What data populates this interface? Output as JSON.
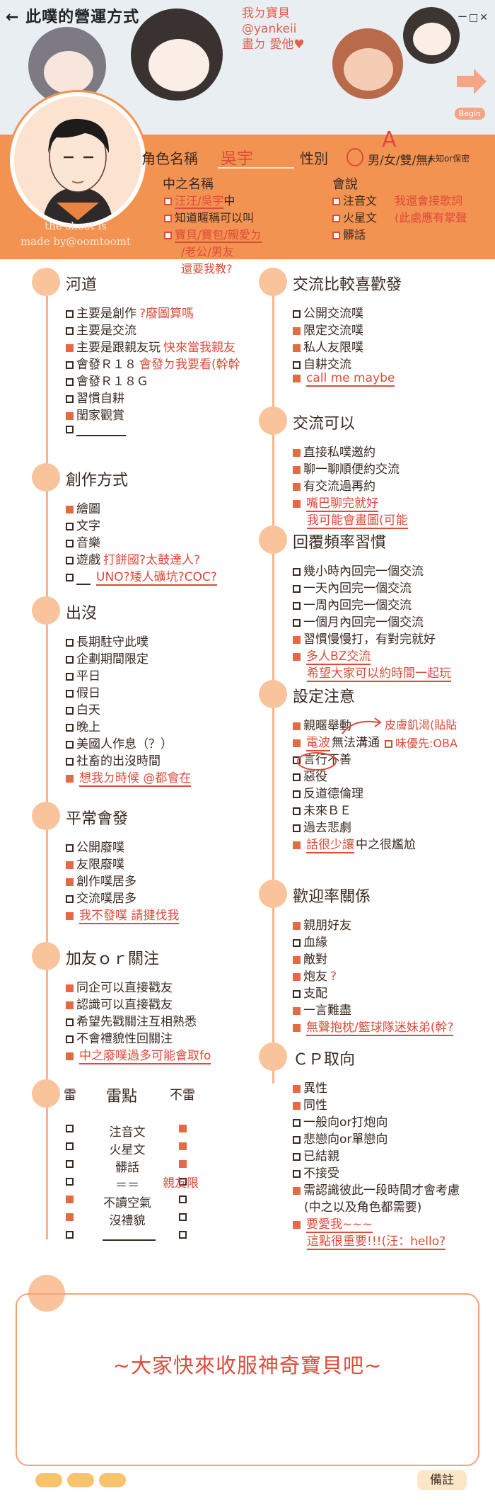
{
  "header": {
    "back_icon": "back-arrow-icon",
    "title": "此噗的營運方式",
    "credit": [
      "我ㄉ寶貝",
      "@yankeii",
      "畫ㄉ 愛他♥"
    ],
    "window_buttons": "ー□✕",
    "begin_label": "Begin"
  },
  "sheet_credit": [
    "the sheet is",
    "made by@oomtoomt"
  ],
  "profile": {
    "role_name_label": "角色名稱",
    "role_name_value": "吳宇",
    "gender_label": "性別",
    "gender_options": "男/女/雙/無/",
    "gender_extra": "未知or保密",
    "gender_mark": "A",
    "nick_label": "中之名稱",
    "nick_items": [
      {
        "checked": false,
        "text": "汪汪/吳宇",
        "suffix": "中"
      },
      {
        "checked": false,
        "text": "知道暱稱可以叫",
        "suffix": ""
      },
      {
        "checked": false,
        "text": "寶貝/寶包/親愛ㄉ",
        "suffix": ""
      }
    ],
    "nick_extra": [
      "/老公/男友",
      "還要我教?"
    ],
    "speak_label": "會說",
    "speak_items": [
      "注音文",
      "火星文",
      "髒話"
    ],
    "speak_note": [
      "我還會接歌詞",
      "(此處應有掌聲"
    ]
  },
  "left_sections": [
    {
      "title": "河道",
      "items": [
        {
          "checked": false,
          "text": "主要是創作",
          "note": "?廢圖算嗎"
        },
        {
          "checked": false,
          "text": "主要是交流",
          "note": ""
        },
        {
          "checked": true,
          "text": "主要是跟親友玩",
          "note": "快來當我親友"
        },
        {
          "checked": false,
          "text": "會發Ｒ１８",
          "note": "會發ㄉ我要看(幹幹"
        },
        {
          "checked": false,
          "text": "會發Ｒ１８Ｇ",
          "note": ""
        },
        {
          "checked": false,
          "text": "習慣自耕",
          "note": ""
        },
        {
          "checked": true,
          "text": "閨家觀賞",
          "note": ""
        },
        {
          "checked": false,
          "text": "",
          "note": "",
          "blank": true
        }
      ]
    },
    {
      "title": "創作方式",
      "items": [
        {
          "checked": true,
          "text": "繪圖",
          "note": ""
        },
        {
          "checked": false,
          "text": "文字",
          "note": ""
        },
        {
          "checked": false,
          "text": "音樂",
          "note": ""
        },
        {
          "checked": false,
          "text": "遊戲",
          "note": "打餅國?太鼓達人?"
        },
        {
          "checked": false,
          "text": "",
          "note": "UNO?矮人礦坑?COC?",
          "blank": true
        }
      ]
    },
    {
      "title": "出沒",
      "items": [
        {
          "checked": false,
          "text": "長期駐守此噗",
          "note": ""
        },
        {
          "checked": false,
          "text": "企劃期間限定",
          "note": ""
        },
        {
          "checked": false,
          "text": "平日",
          "note": ""
        },
        {
          "checked": false,
          "text": "假日",
          "note": ""
        },
        {
          "checked": false,
          "text": "白天",
          "note": ""
        },
        {
          "checked": false,
          "text": "晚上",
          "note": ""
        },
        {
          "checked": false,
          "text": "美國人作息（？）",
          "note": ""
        },
        {
          "checked": false,
          "text": "社畜的出沒時間",
          "note": ""
        },
        {
          "checked": true,
          "text": "",
          "note": "想我ㄉ時候 @都會在"
        }
      ]
    },
    {
      "title": "平常會發",
      "items": [
        {
          "checked": false,
          "text": "公開廢噗",
          "note": ""
        },
        {
          "checked": true,
          "text": "友限廢噗",
          "note": ""
        },
        {
          "checked": true,
          "text": "創作噗居多",
          "note": ""
        },
        {
          "checked": false,
          "text": "交流噗居多",
          "note": ""
        },
        {
          "checked": true,
          "text": "",
          "note": "我不發噗 請揵伐我"
        }
      ]
    },
    {
      "title": "加友ｏｒ關注",
      "items": [
        {
          "checked": true,
          "text": "同企可以直接戳友",
          "note": ""
        },
        {
          "checked": true,
          "text": "認識可以直接戳友",
          "note": ""
        },
        {
          "checked": false,
          "text": "希望先戳關注互相熟悉",
          "note": ""
        },
        {
          "checked": false,
          "text": "不會禮貌性回關注",
          "note": ""
        },
        {
          "checked": true,
          "text": "",
          "note": "中之廢噗過多可能會取fo"
        }
      ]
    }
  ],
  "thunder": {
    "title_left": "雷",
    "title_mid": "雷點",
    "title_right": "不雷",
    "rows": [
      {
        "left": false,
        "text": "注音文",
        "right": true
      },
      {
        "left": false,
        "text": "火星文",
        "right": true
      },
      {
        "left": false,
        "text": "髒話",
        "right": true
      },
      {
        "left": false,
        "text": "＝＝",
        "right": false
      },
      {
        "left": true,
        "text": "不讀空氣",
        "right": false
      },
      {
        "left": true,
        "text": "沒禮貌",
        "right": false
      },
      {
        "left": false,
        "text": "",
        "right": false
      }
    ],
    "note": "親友限"
  },
  "right_sections": [
    {
      "title": "交流比較喜歡發",
      "items": [
        {
          "checked": false,
          "text": "公開交流噗",
          "note": ""
        },
        {
          "checked": true,
          "text": "限定交流噗",
          "note": ""
        },
        {
          "checked": true,
          "text": "私人友限噗",
          "note": ""
        },
        {
          "checked": false,
          "text": "自耕交流",
          "note": ""
        },
        {
          "checked": true,
          "text": "",
          "note": "call me maybe"
        }
      ]
    },
    {
      "title": "交流可以",
      "items": [
        {
          "checked": true,
          "text": "直接私噗邀約",
          "note": ""
        },
        {
          "checked": true,
          "text": "聊一聊順便約交流",
          "note": ""
        },
        {
          "checked": true,
          "text": "有交流過再約",
          "note": ""
        },
        {
          "checked": true,
          "text": "",
          "note": "嘴巴聊完就好"
        },
        {
          "checked": false,
          "text": "",
          "note": "我可能會畫圖(可能",
          "nobox": true
        }
      ]
    },
    {
      "title": "回覆頻率習慣",
      "items": [
        {
          "checked": false,
          "text": "幾小時內回完一個交流",
          "note": ""
        },
        {
          "checked": false,
          "text": "一天內回完一個交流",
          "note": ""
        },
        {
          "checked": false,
          "text": "一周內回完一個交流",
          "note": ""
        },
        {
          "checked": false,
          "text": "一個月內回完一個交流",
          "note": ""
        },
        {
          "checked": true,
          "text": "習慣慢慢打，有對完就好",
          "note": ""
        },
        {
          "checked": true,
          "text": "",
          "note": "多人BZ交流"
        },
        {
          "checked": false,
          "text": "",
          "note": "希望大家可以約時間一起玩",
          "nobox": true
        }
      ]
    },
    {
      "title": "設定注意",
      "items": [
        {
          "checked": true,
          "text": "親暱舉動",
          "note": ""
        },
        {
          "checked": true,
          "text": "",
          "note": "電波",
          "suffix": "無法溝通"
        },
        {
          "checked": false,
          "text": "言行不善",
          "note": ""
        },
        {
          "checked": false,
          "text": "惡役",
          "note": ""
        },
        {
          "checked": false,
          "text": "反道德倫理",
          "note": ""
        },
        {
          "checked": false,
          "text": "未來ＢＥ",
          "note": ""
        },
        {
          "checked": false,
          "text": "過去悲劇",
          "note": ""
        },
        {
          "checked": true,
          "text": "",
          "note": "話很少讓",
          "suffix": "中之很尷尬"
        }
      ],
      "side_note": [
        "皮膚飢渴(貼貼",
        "味優先:OBA"
      ]
    },
    {
      "title": "歡迎率關係",
      "items": [
        {
          "checked": true,
          "text": "親朋好友",
          "note": ""
        },
        {
          "checked": false,
          "text": "血緣",
          "note": ""
        },
        {
          "checked": true,
          "text": "敵對",
          "note": ""
        },
        {
          "checked": true,
          "text": "炮友",
          "note": "?"
        },
        {
          "checked": false,
          "text": "支配",
          "note": ""
        },
        {
          "checked": true,
          "text": "一言難盡",
          "note": ""
        },
        {
          "checked": true,
          "text": "",
          "note": "無聲抱枕/籃球隊迷妹弟(幹?"
        }
      ]
    },
    {
      "title": "ＣＰ取向",
      "items": [
        {
          "checked": true,
          "text": "異性",
          "note": ""
        },
        {
          "checked": true,
          "text": "同性",
          "note": ""
        },
        {
          "checked": false,
          "text": "一般向or打炮向",
          "note": ""
        },
        {
          "checked": false,
          "text": "悲戀向or單戀向",
          "note": ""
        },
        {
          "checked": false,
          "text": "已結親",
          "note": ""
        },
        {
          "checked": false,
          "text": "不接受",
          "note": ""
        },
        {
          "checked": true,
          "text": "需認識彼此一段時間才會考慮",
          "note": ""
        },
        {
          "checked": false,
          "text": "(中之以及角色都需要)",
          "note": "",
          "nobox": true
        },
        {
          "checked": true,
          "text": "",
          "note": "要愛我~~~"
        },
        {
          "checked": false,
          "text": "",
          "note": "這點很重要!!!(汪：hello?",
          "nobox": true
        }
      ]
    }
  ],
  "bottom": {
    "message": "~大家快來收服神奇寶貝吧~",
    "note_button": "備註"
  },
  "colors": {
    "accent": "#f29352",
    "check": "#e26a45",
    "handwriting": "#e04a3a",
    "dot": "#f9c49b"
  }
}
